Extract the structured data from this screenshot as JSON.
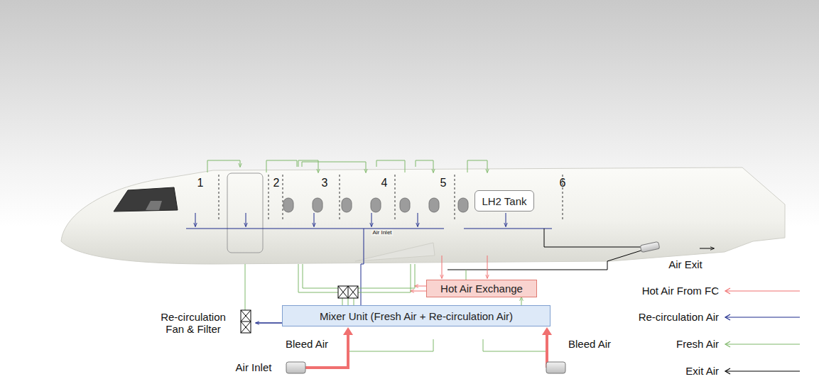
{
  "diagram": {
    "nodes": [
      {
        "text": [
          "LH2 Tank"
        ]
      },
      {
        "text": [
          "Hot Air Exchange"
        ]
      },
      {
        "text": [
          "Mixer Unit (Fresh Air + Re-circulation Air)"
        ]
      }
    ],
    "edges": [
      {
        "from": 2,
        "to": 1,
        "arrow": "to"
      }
    ],
    "labels": [
      "1",
      "2",
      "3",
      "4",
      "5",
      "6",
      "Air Inlet",
      "Air Exit",
      "Re-circulation Fan & Filter",
      "Bleed Air",
      "Bleed Air",
      "Air Inlet"
    ],
    "legend": [
      {
        "text": "Hot Air From FC",
        "color": "#f07070"
      },
      {
        "text": "Re-circulation Air",
        "color": "#1c2a8c"
      },
      {
        "text": "Fresh Air",
        "color": "#7fb86a"
      },
      {
        "text": "Exit Air",
        "color": "#000000"
      }
    ]
  }
}
